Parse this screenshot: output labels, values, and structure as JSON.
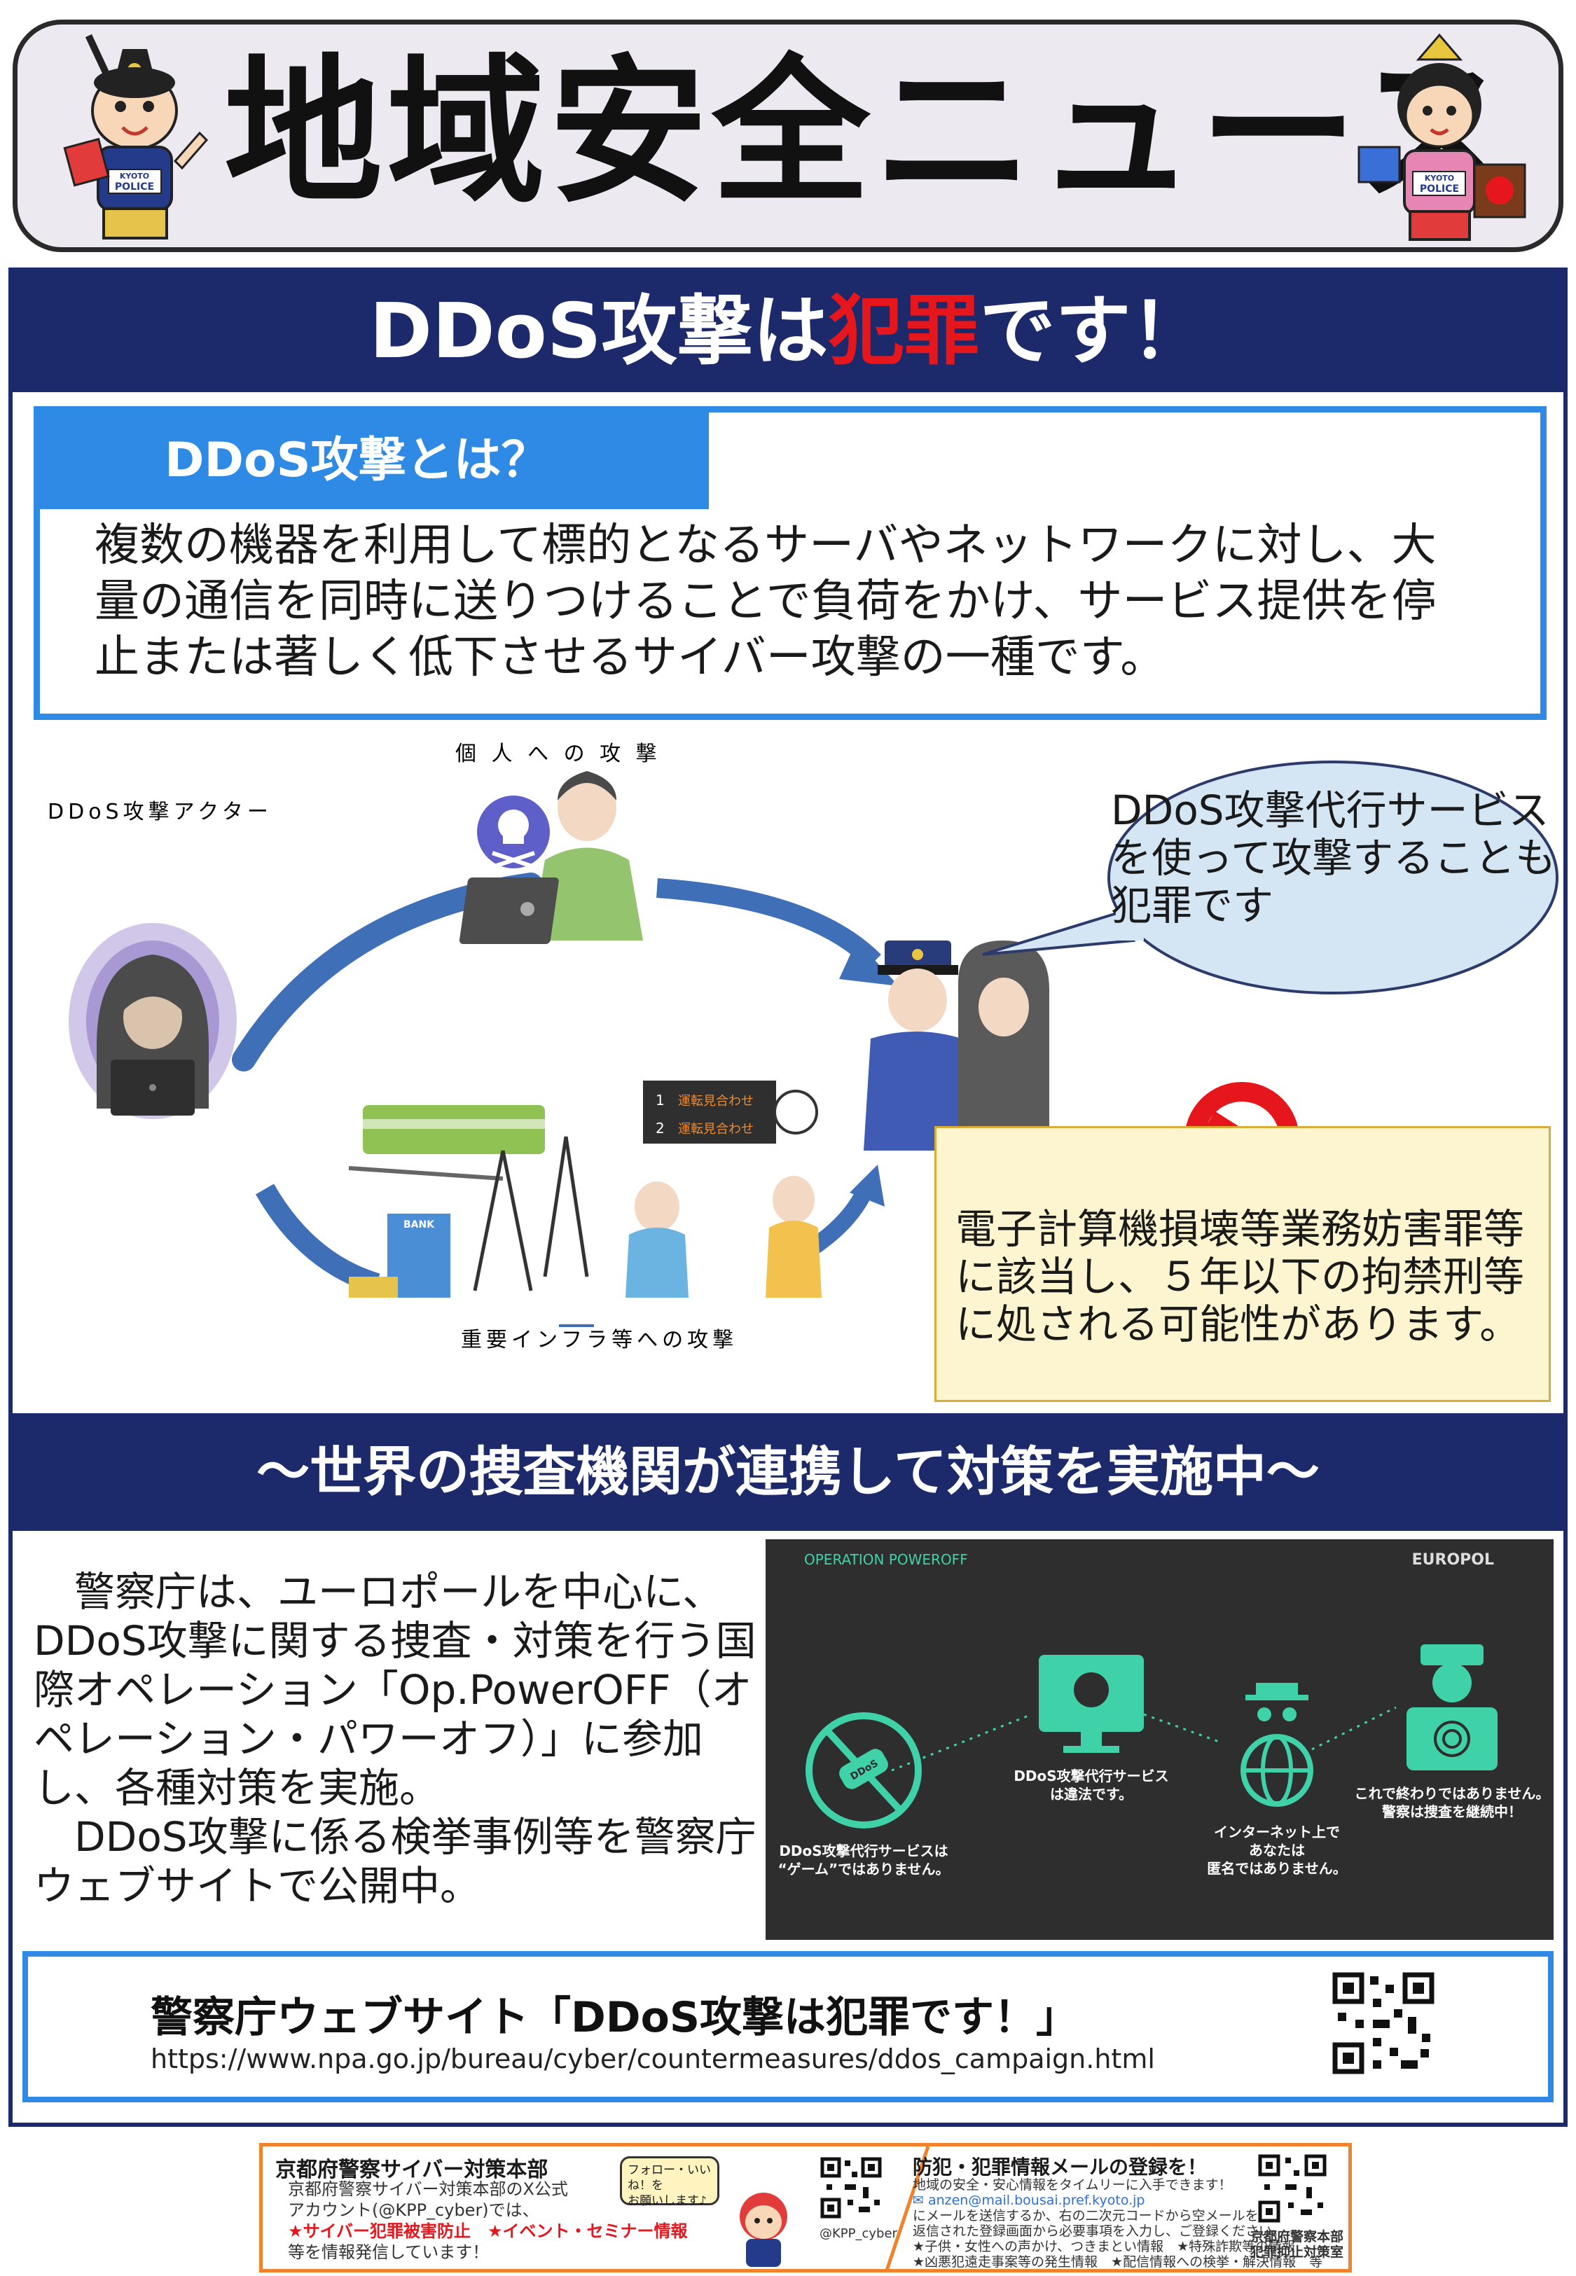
{
  "header": {
    "title": "地域安全ニュース",
    "badge_text": "KYOTO POLICE"
  },
  "main": {
    "headline_pre": "DDoS攻撃は",
    "headline_red": "犯罪",
    "headline_post": "です！",
    "definition": {
      "label": "DDoS攻撃とは？",
      "lines": [
        "複数の機器を利用して標的となるサーバやネットワークに対し、大",
        "量の通信を同時に送りつけることで負荷をかけ、サービス提供を停",
        "止または著しく低下させるサイバー攻撃の一種です。"
      ]
    },
    "illustration": {
      "caption_individual": "個 人 へ の 攻 撃",
      "caption_actor": "DDoS攻撃アクター",
      "caption_infra": "重要インフラ等への攻撃",
      "bank_label": "BANK",
      "sign_lines": [
        "運転見合わせ",
        "運転見合わせ"
      ],
      "sign_numbers": [
        "1",
        "2"
      ]
    },
    "bubble_lines": [
      "DDoS攻撃代行サービス",
      "を使って攻撃することも",
      "犯罪です"
    ],
    "note_lines": [
      "電子計算機損壊等業務妨害罪等",
      "に該当し、５年以下の拘禁刑等",
      "に処される可能性があります。"
    ]
  },
  "cooperation": {
    "title": "～世界の捜査機関が連携して対策を実施中～",
    "paragraph1": "　警察庁は、ユーロポールを中心に、DDoS攻撃に関する捜査・対策を行う国際オペレーション「Op.PowerOFF（オペレーション・パワーオフ）」に参加し、各種対策を実施。",
    "paragraph2": "　DDoS攻撃に係る検挙事例等を警察庁ウェブサイトで公開中。",
    "europol": {
      "op_label": "OPERATION POWEROFF",
      "brand": "EUROPOL",
      "items": [
        "DDoS攻撃代行サービスは\n“ゲーム”ではありません。",
        "DDoS攻撃代行サービス\nは違法です。",
        "インターネット上で\nあなたは\n匿名ではありません。",
        "これで終わりではありません。\n警察は捜査を継続中！"
      ],
      "ddos_glyph": "DDoS"
    }
  },
  "link": {
    "title": "警察庁ウェブサイト「DDoS攻撃は犯罪です！」",
    "url": "https://www.npa.go.jp/bureau/cyber/countermeasures/ddos_campaign.html"
  },
  "footer": {
    "left_title": "京都府警察サイバー対策本部",
    "left_lines": [
      "京都府警察サイバー対策本部のX公式",
      "アカウント(@KPP_cyber)では、"
    ],
    "left_highlight": "★サイバー犯罪被害防止　★イベント・セミナー情報",
    "left_last": "等を情報発信しています！",
    "follow_bubble": "フォロー・いいね！を\nお願いします♪",
    "qr_handle": "@KPP_cyber",
    "right_title": "防犯・犯罪情報メールの登録を！",
    "right_lines": [
      "地域の安全・安心情報をタイムリーに入手できます！",
      "✉ anzen@mail.bousai.pref.kyoto.jp",
      "にメールを送信するか、右の二次元コードから空メールを送信し、",
      "返信された登録画面から必要事項を入力し、ご登録ください。",
      "★子供・女性への声かけ、つきまとい情報　★特殊詐欺等の情報",
      "★凶悪犯遠走事案等の発生情報　★配信情報への検挙・解決情報　等"
    ],
    "right_org": "京都府警察本部\n犯罪抑止対策室"
  },
  "colors": {
    "navy": "#1c2a6c",
    "blue": "#2f8ae6",
    "red": "#e5161c",
    "note_bg": "#fdf5cf",
    "orange": "#f0822b"
  }
}
